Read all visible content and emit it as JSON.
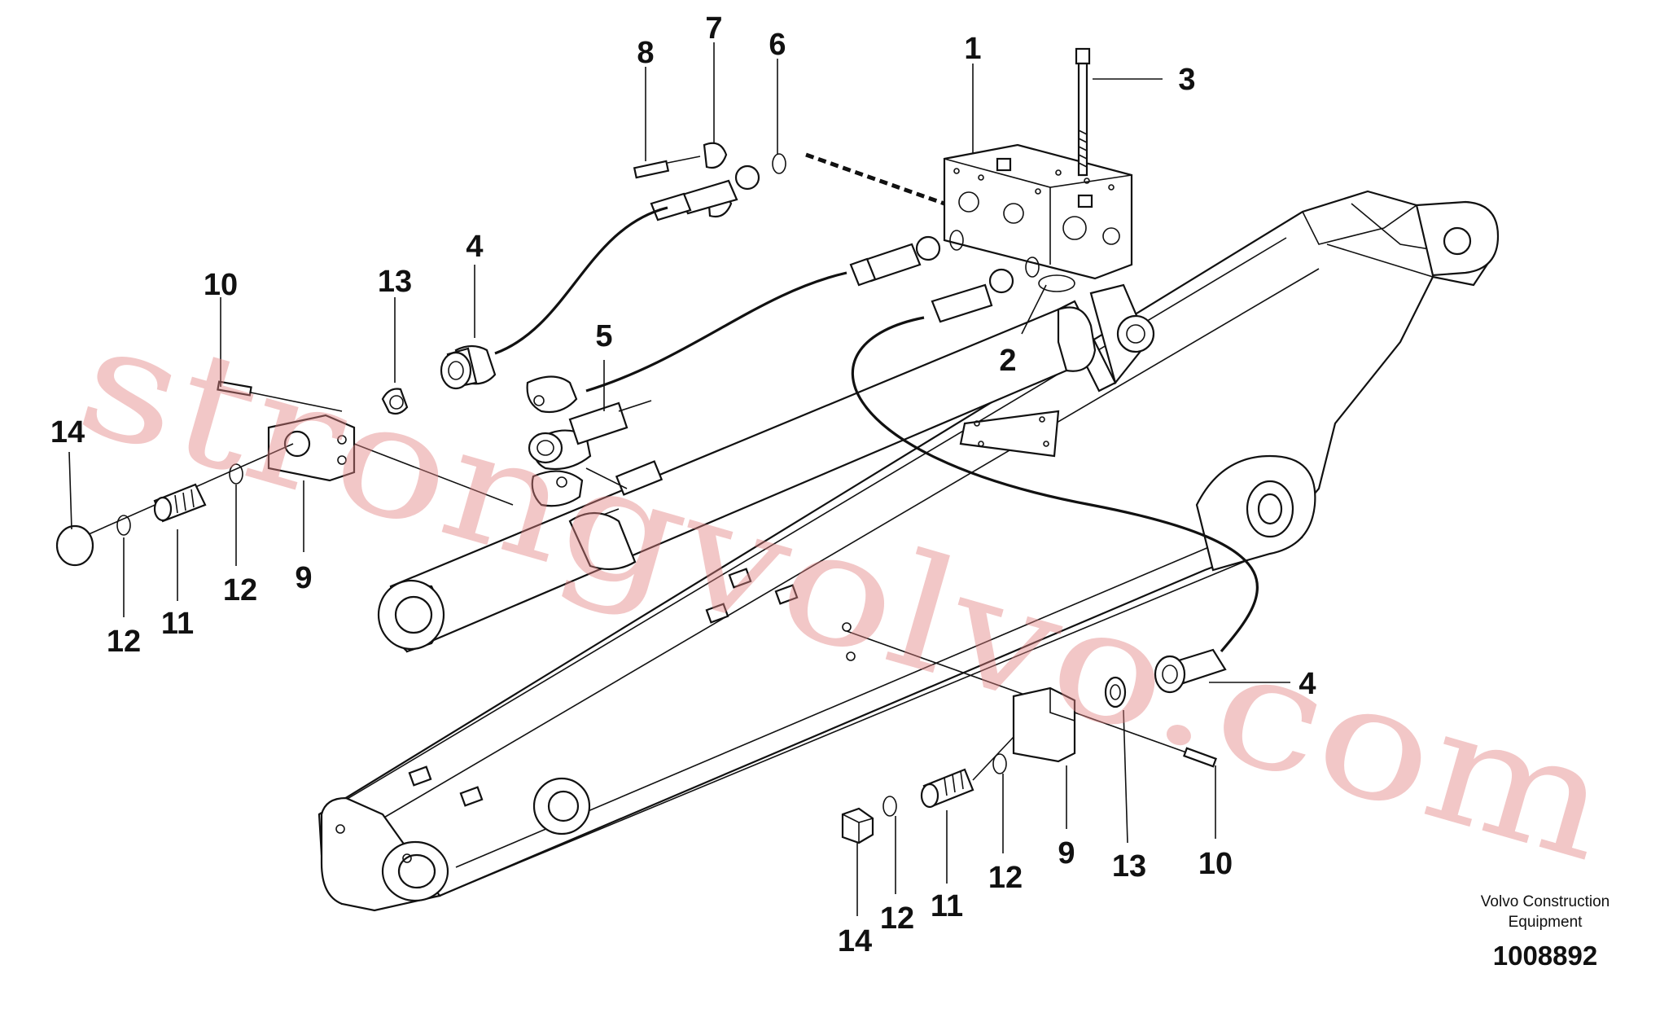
{
  "callouts": {
    "c1": "1",
    "c2": "2",
    "c3": "3",
    "c4a": "4",
    "c4b": "4",
    "c5": "5",
    "c6": "6",
    "c7": "7",
    "c8": "8",
    "c9a": "9",
    "c9b": "9",
    "c10a": "10",
    "c10b": "10",
    "c11a": "11",
    "c11b": "11",
    "c12a": "12",
    "c12b": "12",
    "c12c": "12",
    "c12d": "12",
    "c13a": "13",
    "c13b": "13",
    "c14a": "14",
    "c14b": "14"
  },
  "caption": {
    "line1": "Volvo Construction",
    "line2": "Equipment",
    "doc_number": "1008892"
  },
  "watermark": "strongvolvo.com",
  "colors": {
    "ink": "#111111",
    "watermark": "#e28282",
    "background": "#ffffff"
  }
}
